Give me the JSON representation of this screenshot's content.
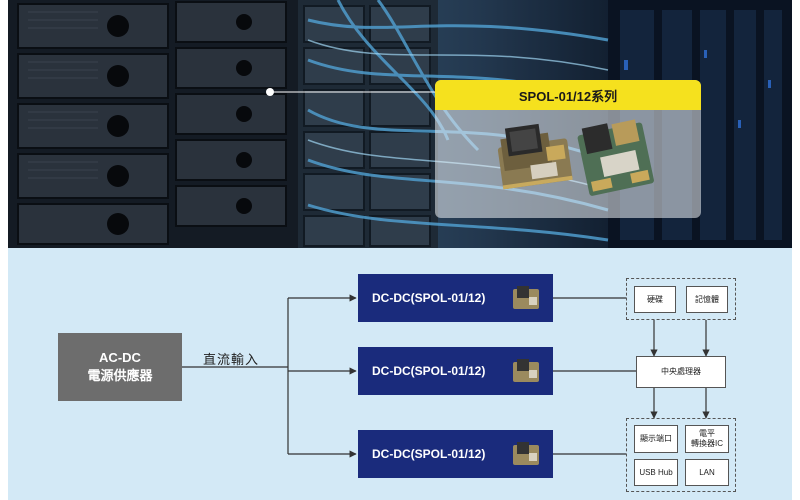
{
  "callout": {
    "title": "SPOL-01/12系列"
  },
  "diagram": {
    "source": {
      "line1": "AC-DC",
      "line2": "電源供應器"
    },
    "dc_bus_label": "直流輸入",
    "converters": [
      "DC-DC(SPOL-01/12)",
      "DC-DC(SPOL-01/12)",
      "DC-DC(SPOL-01/12)"
    ],
    "loads": {
      "storage": {
        "disk": "硬碟",
        "memory": "記憶體"
      },
      "cpu": "中央處理器",
      "io": {
        "display": "顯示端口",
        "level_line1": "電平",
        "level_line2": "轉換器IC",
        "usb": "USB Hub",
        "lan": "LAN"
      }
    }
  },
  "colors": {
    "callout_header": "#f5e11e",
    "converter_box": "#1a2b7c",
    "source_box": "#6d6d6d",
    "diagram_bg": "#d3e9f6"
  }
}
